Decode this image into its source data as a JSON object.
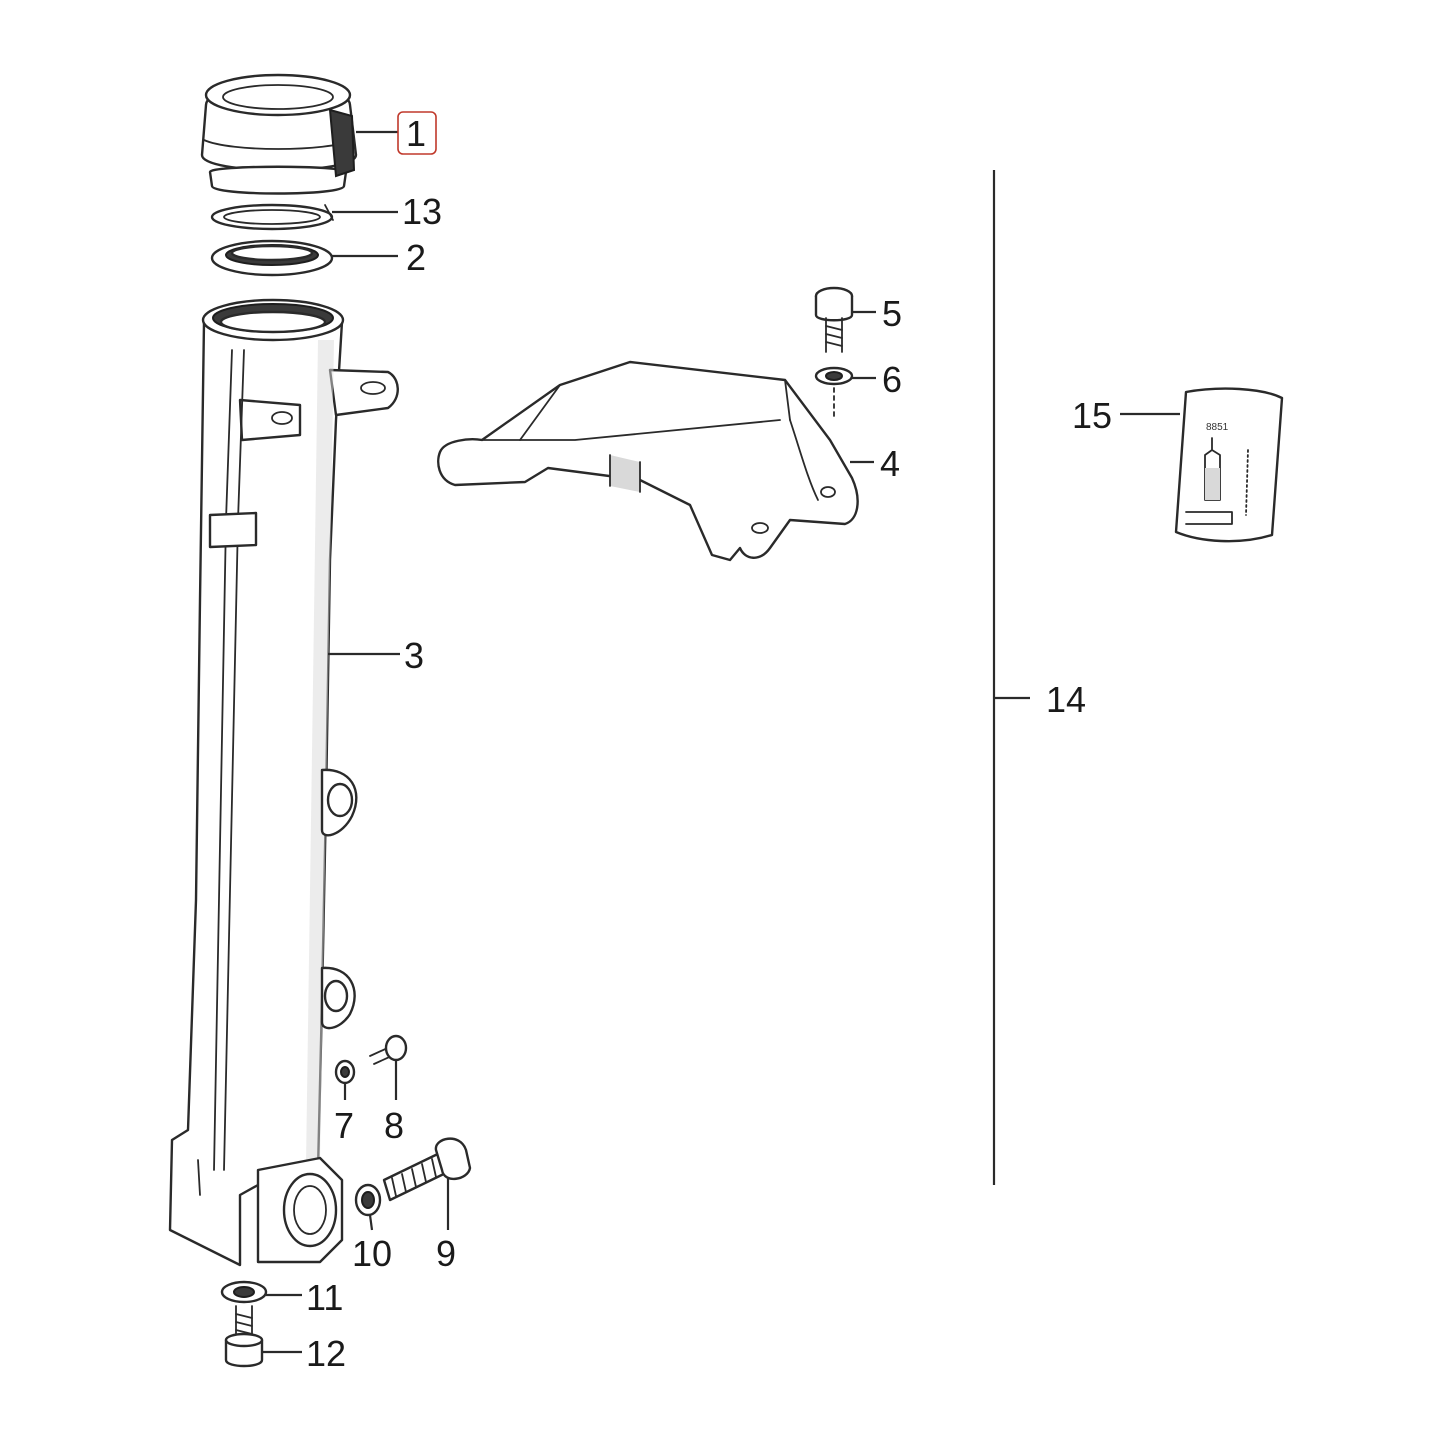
{
  "highlight_color": "#c0392b",
  "highlighted_callout": "1",
  "callouts": {
    "c1": "1",
    "c2": "2",
    "c3": "3",
    "c4": "4",
    "c5": "5",
    "c6": "6",
    "c7": "7",
    "c8": "8",
    "c9": "9",
    "c10": "10",
    "c11": "11",
    "c12": "12",
    "c13": "13",
    "c14": "14",
    "c15": "15"
  },
  "parts": {
    "p1": "bearing-cap-icon",
    "p2": "seal-ring-icon",
    "p3": "fork-slider-tube-icon",
    "p4": "fender-bracket-icon",
    "p5": "screw-icon",
    "p6": "washer-icon",
    "p7": "washer-icon",
    "p8": "screw-icon",
    "p9": "axle-clamp-bolt-icon",
    "p10": "washer-icon",
    "p11": "washer-icon",
    "p12": "drain-screw-icon",
    "p13": "circlip-icon",
    "p14": "assembly-bracket-icon",
    "p15": "information-label-icon"
  },
  "decal": {
    "line1": "8851"
  }
}
